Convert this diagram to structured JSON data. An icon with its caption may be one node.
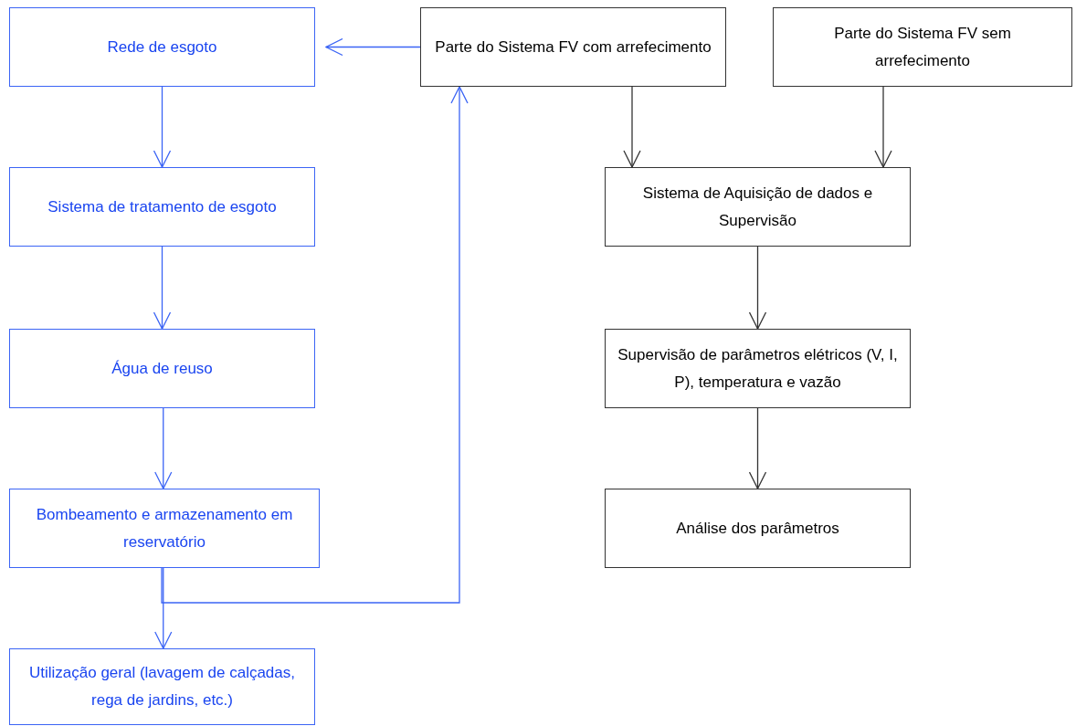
{
  "diagram": {
    "nodes": [
      {
        "text": [
          "Rede de esgoto"
        ]
      },
      {
        "text": [
          "Sistema de tratamento de esgoto"
        ]
      },
      {
        "text": [
          "Água de reuso"
        ]
      },
      {
        "text": [
          "Bombeamento e armazenamento em reservatório"
        ]
      },
      {
        "text": [
          "Utilização geral (lavagem de calçadas, rega de jardins, etc.)"
        ]
      },
      {
        "text": [
          "Parte do Sistema FV com arrefecimento"
        ]
      },
      {
        "text": [
          "Parte do Sistema FV sem arrefecimento"
        ]
      },
      {
        "text": [
          "Sistema de Aquisição de dados e Supervisão"
        ]
      },
      {
        "text": [
          "Supervisão de parâmetros elétricos (V, I, P), temperatura e vazão"
        ]
      },
      {
        "text": [
          "Análise dos parâmetros"
        ]
      }
    ],
    "edges": [
      {
        "from": 5,
        "to": 0,
        "arrow": "to"
      },
      {
        "from": 0,
        "to": 1,
        "arrow": "to"
      },
      {
        "from": 1,
        "to": 2,
        "arrow": "to"
      },
      {
        "from": 2,
        "to": 3,
        "arrow": "to"
      },
      {
        "from": 3,
        "to": 4,
        "arrow": "to"
      },
      {
        "from": 3,
        "to": 5,
        "arrow": "to"
      },
      {
        "from": 5,
        "to": 7,
        "arrow": "to",
        "color": "#333333"
      },
      {
        "from": 6,
        "to": 7,
        "arrow": "to",
        "color": "#333333"
      },
      {
        "from": 7,
        "to": 8,
        "arrow": "to",
        "color": "#333333"
      },
      {
        "from": 8,
        "to": 9,
        "arrow": "to",
        "color": "#333333"
      }
    ]
  }
}
